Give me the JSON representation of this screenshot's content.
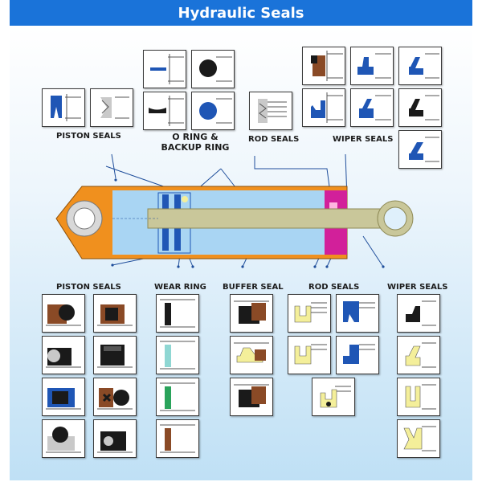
{
  "title": "Hydraulic Seals",
  "top_labels": {
    "piston": "PISTON SEALS",
    "oring_line1": "O RING &",
    "oring_line2": "BACKUP RING",
    "rod": "ROD SEALS",
    "wiper": "WIPER SEALS"
  },
  "bottom_labels": {
    "piston": "PISTON SEALS",
    "wear": "WEAR RING",
    "buffer": "BUFFER SEAL",
    "rod": "ROD SEALS",
    "wiper": "WIPER SEALS"
  },
  "colors": {
    "header": "#1a73d9",
    "cylinder": "#f0901e",
    "rod": "#c9c79a",
    "seal_blue": "#1f56b5",
    "seal_brown": "#8a4a26",
    "seal_yellow": "#f4ef9a",
    "seal_magenta": "#d2209a",
    "seal_green": "#2aa35b",
    "seal_teal": "#8fd7d3"
  }
}
